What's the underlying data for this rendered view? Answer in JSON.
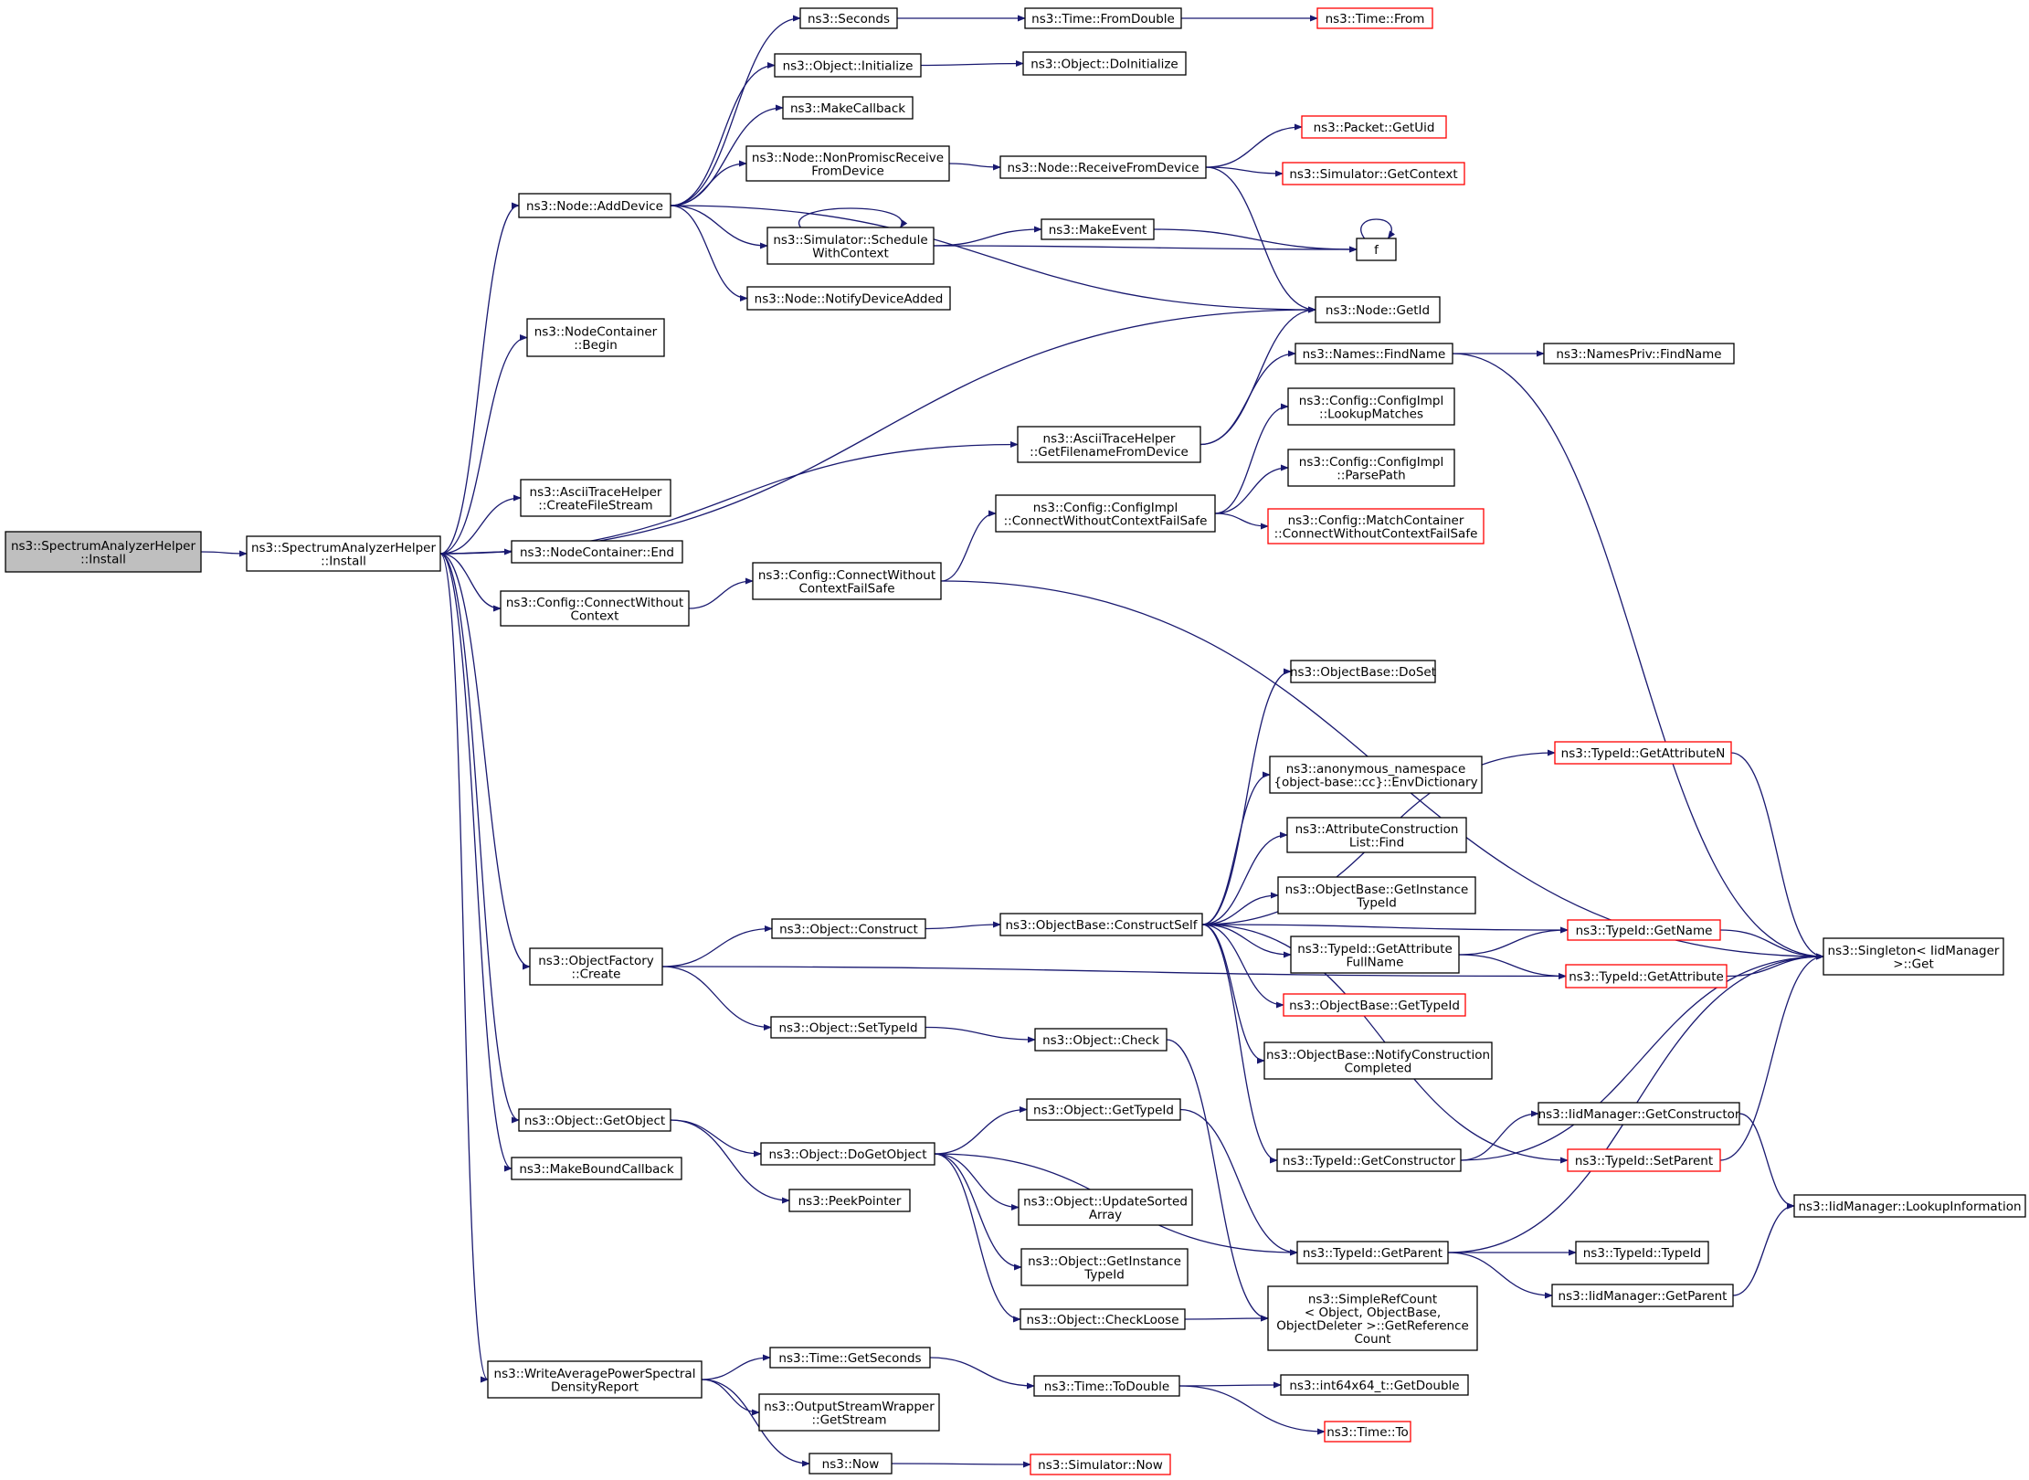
{
  "nodes": [
    {
      "id": "n0",
      "label": [
        "ns3::SpectrumAnalyzerHelper",
        "::Install"
      ],
      "style": "root"
    },
    {
      "id": "n1",
      "label": [
        "ns3::SpectrumAnalyzerHelper",
        "::Install"
      ]
    },
    {
      "id": "n2",
      "label": [
        "ns3::Node::AddDevice"
      ]
    },
    {
      "id": "n3",
      "label": [
        "ns3::NodeContainer",
        "::Begin"
      ]
    },
    {
      "id": "n4",
      "label": [
        "ns3::AsciiTraceHelper",
        "::CreateFileStream"
      ]
    },
    {
      "id": "n5",
      "label": [
        "ns3::NodeContainer::End"
      ]
    },
    {
      "id": "n6",
      "label": [
        "ns3::Config::ConnectWithout",
        "Context"
      ]
    },
    {
      "id": "n7",
      "label": [
        "ns3::ObjectFactory",
        "::Create"
      ]
    },
    {
      "id": "n8",
      "label": [
        "ns3::Object::GetObject"
      ]
    },
    {
      "id": "n9",
      "label": [
        "ns3::MakeBoundCallback"
      ]
    },
    {
      "id": "n10",
      "label": [
        "ns3::WriteAveragePowerSpectral",
        "DensityReport"
      ]
    },
    {
      "id": "n11",
      "label": [
        "ns3::Seconds"
      ]
    },
    {
      "id": "n12",
      "label": [
        "ns3::Object::Initialize"
      ]
    },
    {
      "id": "n13",
      "label": [
        "ns3::MakeCallback"
      ]
    },
    {
      "id": "n14",
      "label": [
        "ns3::Node::NonPromiscReceive",
        "FromDevice"
      ]
    },
    {
      "id": "n15",
      "label": [
        "ns3::Simulator::Schedule",
        "WithContext"
      ]
    },
    {
      "id": "n16",
      "label": [
        "ns3::Node::NotifyDeviceAdded"
      ]
    },
    {
      "id": "n17",
      "label": [
        "ns3::Time::FromDouble"
      ]
    },
    {
      "id": "n18",
      "label": [
        "ns3::Time::From"
      ],
      "style": "red"
    },
    {
      "id": "n19",
      "label": [
        "ns3::Object::DoInitialize"
      ]
    },
    {
      "id": "n20",
      "label": [
        "ns3::Node::ReceiveFromDevice"
      ]
    },
    {
      "id": "n21",
      "label": [
        "ns3::Packet::GetUid"
      ],
      "style": "red"
    },
    {
      "id": "n22",
      "label": [
        "ns3::Simulator::GetContext"
      ],
      "style": "red"
    },
    {
      "id": "n23",
      "label": [
        "ns3::MakeEvent"
      ]
    },
    {
      "id": "n24",
      "label": [
        "f"
      ]
    },
    {
      "id": "n25",
      "label": [
        "ns3::Node::GetId"
      ]
    },
    {
      "id": "n26",
      "label": [
        "ns3::AsciiTraceHelper",
        "::GetFilenameFromDevice"
      ]
    },
    {
      "id": "n27",
      "label": [
        "ns3::Names::FindName"
      ]
    },
    {
      "id": "n28",
      "label": [
        "ns3::NamesPriv::FindName"
      ]
    },
    {
      "id": "n29",
      "label": [
        "ns3::Config::ConnectWithout",
        "ContextFailSafe"
      ]
    },
    {
      "id": "n30",
      "label": [
        "ns3::Config::ConfigImpl",
        "::ConnectWithoutContextFailSafe"
      ]
    },
    {
      "id": "n31",
      "label": [
        "ns3::Config::ConfigImpl",
        "::LookupMatches"
      ]
    },
    {
      "id": "n32",
      "label": [
        "ns3::Config::ConfigImpl",
        "::ParsePath"
      ]
    },
    {
      "id": "n33",
      "label": [
        "ns3::Config::MatchContainer",
        "::ConnectWithoutContextFailSafe"
      ],
      "style": "red"
    },
    {
      "id": "n34",
      "label": [
        "ns3::Object::Construct"
      ]
    },
    {
      "id": "n35",
      "label": [
        "ns3::ObjectBase::ConstructSelf"
      ]
    },
    {
      "id": "n36",
      "label": [
        "ns3::ObjectBase::DoSet"
      ]
    },
    {
      "id": "n37",
      "label": [
        "ns3::anonymous_namespace",
        "{object-base::cc}::EnvDictionary"
      ]
    },
    {
      "id": "n38",
      "label": [
        "ns3::AttributeConstruction",
        "List::Find"
      ]
    },
    {
      "id": "n39",
      "label": [
        "ns3::ObjectBase::GetInstance",
        "TypeId"
      ]
    },
    {
      "id": "n40",
      "label": [
        "ns3::TypeId::GetAttribute",
        "FullName"
      ]
    },
    {
      "id": "n41",
      "label": [
        "ns3::ObjectBase::GetTypeId"
      ],
      "style": "red"
    },
    {
      "id": "n42",
      "label": [
        "ns3::ObjectBase::NotifyConstruction",
        "Completed"
      ]
    },
    {
      "id": "n43",
      "label": [
        "ns3::TypeId::GetAttributeN"
      ],
      "style": "red"
    },
    {
      "id": "n44",
      "label": [
        "ns3::TypeId::GetName"
      ],
      "style": "red"
    },
    {
      "id": "n45",
      "label": [
        "ns3::TypeId::GetAttribute"
      ],
      "style": "red"
    },
    {
      "id": "n46",
      "label": [
        "ns3::Singleton< IidManager",
        " >::Get"
      ]
    },
    {
      "id": "n47",
      "label": [
        "ns3::Object::SetTypeId"
      ]
    },
    {
      "id": "n48",
      "label": [
        "ns3::Object::Check"
      ]
    },
    {
      "id": "n49",
      "label": [
        "ns3::TypeId::GetConstructor"
      ]
    },
    {
      "id": "n50",
      "label": [
        "ns3::IidManager::GetConstructor"
      ]
    },
    {
      "id": "n51",
      "label": [
        "ns3::TypeId::SetParent"
      ],
      "style": "red"
    },
    {
      "id": "n52",
      "label": [
        "ns3::IidManager::LookupInformation"
      ]
    },
    {
      "id": "n53",
      "label": [
        "ns3::Object::DoGetObject"
      ]
    },
    {
      "id": "n54",
      "label": [
        "ns3::PeekPointer"
      ]
    },
    {
      "id": "n55",
      "label": [
        "ns3::Object::GetTypeId"
      ]
    },
    {
      "id": "n56",
      "label": [
        "ns3::Object::UpdateSorted",
        "Array"
      ]
    },
    {
      "id": "n57",
      "label": [
        "ns3::Object::GetInstance",
        "TypeId"
      ]
    },
    {
      "id": "n58",
      "label": [
        "ns3::Object::CheckLoose"
      ]
    },
    {
      "id": "n59",
      "label": [
        "ns3::TypeId::GetParent"
      ]
    },
    {
      "id": "n60",
      "label": [
        "ns3::TypeId::TypeId"
      ]
    },
    {
      "id": "n61",
      "label": [
        "ns3::IidManager::GetParent"
      ]
    },
    {
      "id": "n62",
      "label": [
        "ns3::SimpleRefCount",
        "< Object, ObjectBase,",
        " ObjectDeleter >::GetReference",
        "Count"
      ]
    },
    {
      "id": "n63",
      "label": [
        "ns3::Time::GetSeconds"
      ]
    },
    {
      "id": "n64",
      "label": [
        "ns3::OutputStreamWrapper",
        "::GetStream"
      ]
    },
    {
      "id": "n65",
      "label": [
        "ns3::Now"
      ]
    },
    {
      "id": "n66",
      "label": [
        "ns3::Time::ToDouble"
      ]
    },
    {
      "id": "n67",
      "label": [
        "ns3::int64x64_t::GetDouble"
      ]
    },
    {
      "id": "n68",
      "label": [
        "ns3::Time::To"
      ],
      "style": "red"
    },
    {
      "id": "n69",
      "label": [
        "ns3::Simulator::Now"
      ],
      "style": "red"
    }
  ]
}
